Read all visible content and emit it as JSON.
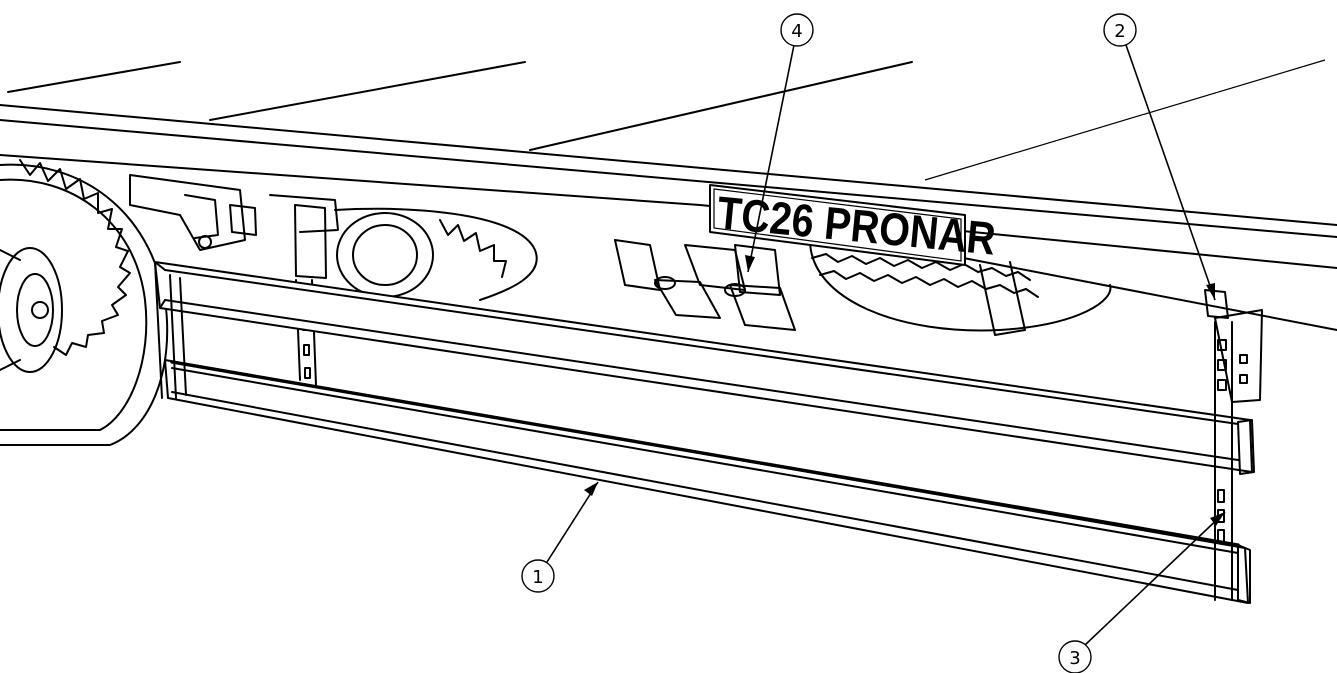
{
  "title": "",
  "plate": {
    "text": "TC26 PRONAR"
  },
  "callouts": [
    {
      "number": "1",
      "part": "lower-rail"
    },
    {
      "number": "2",
      "part": "rear-mounting-bracket"
    },
    {
      "number": "3",
      "part": "vertical-slotted-post"
    },
    {
      "number": "4",
      "part": "reflector-lamp"
    }
  ],
  "colors": {
    "line": "#000000",
    "background": "#ffffff"
  }
}
